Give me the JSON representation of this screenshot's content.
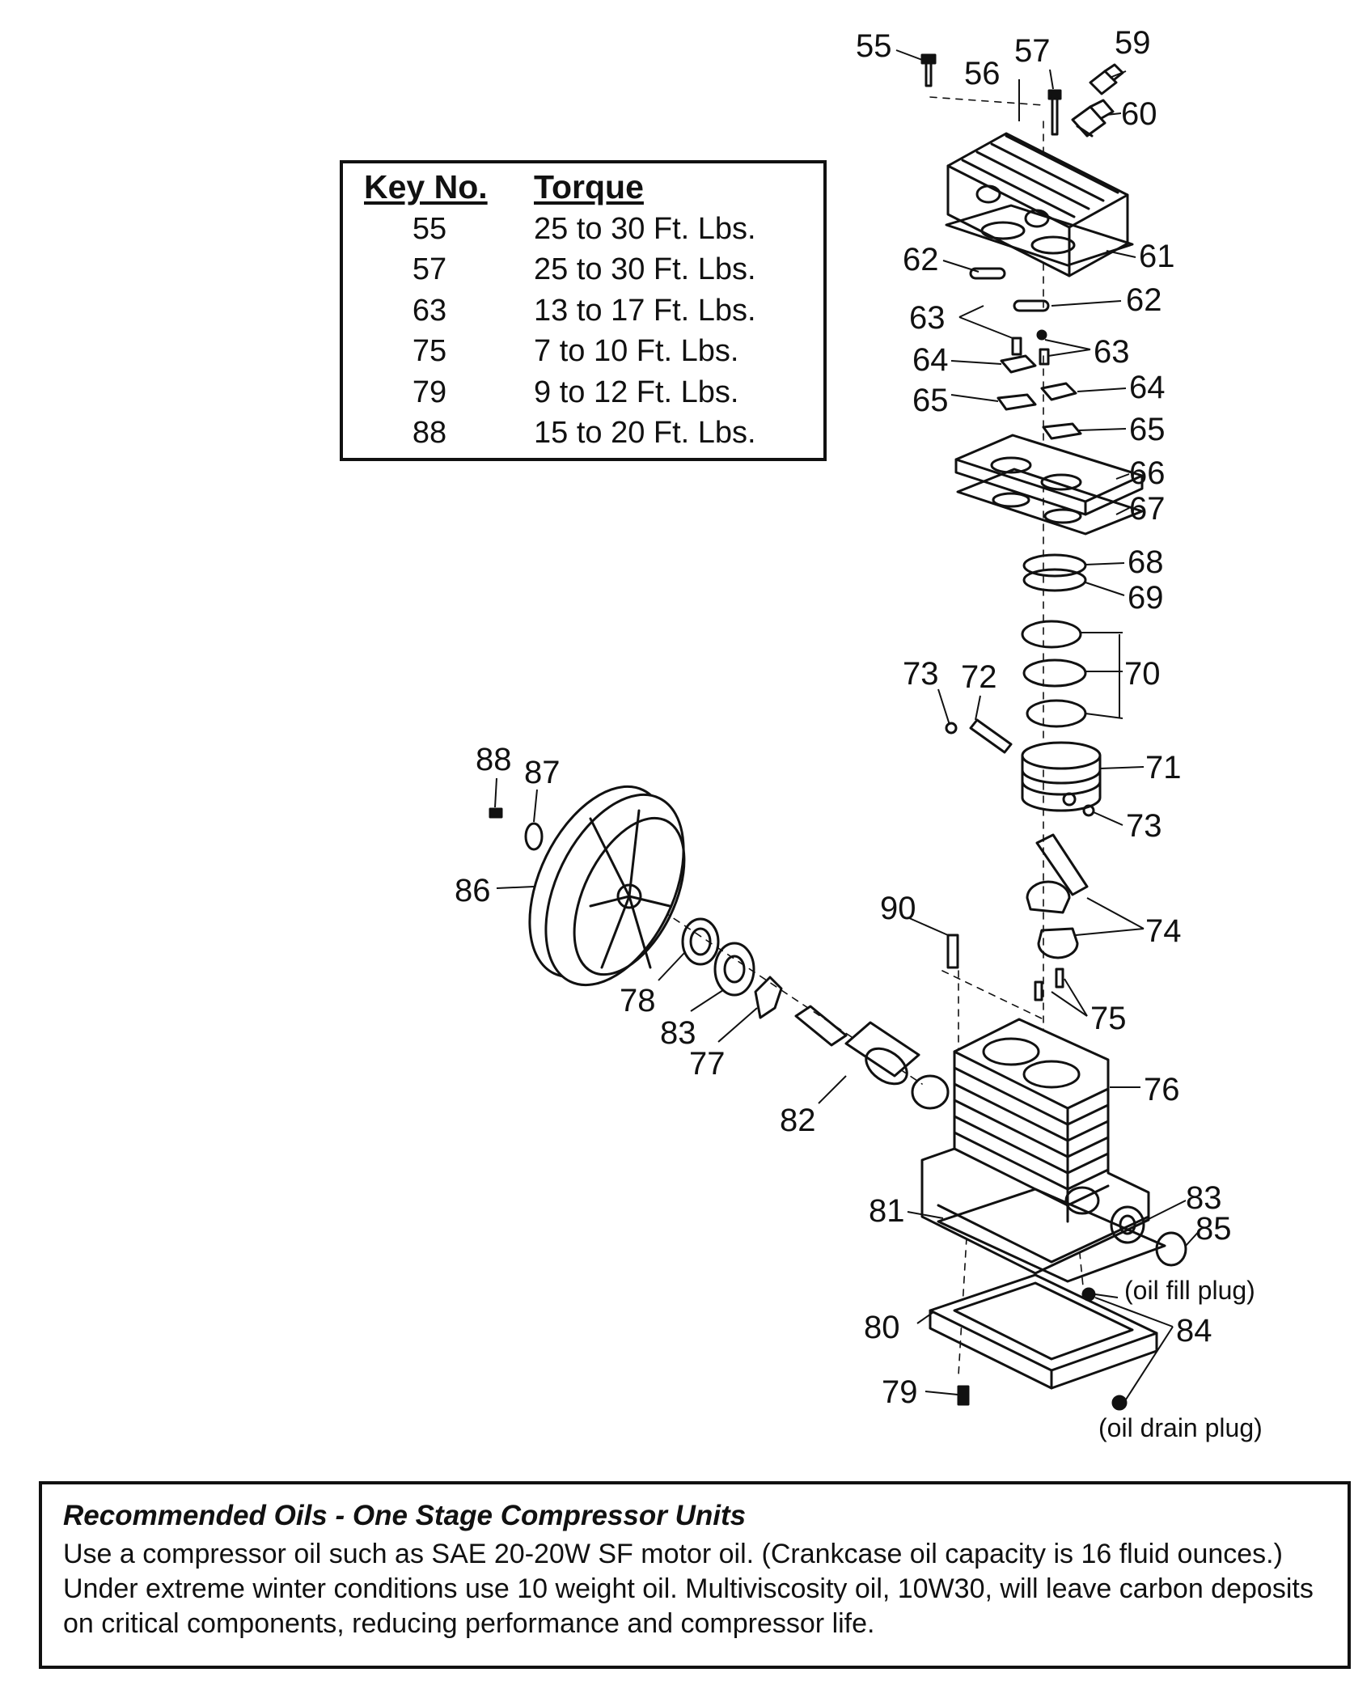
{
  "torque_table": {
    "key_header": "Key No.",
    "torque_header": "Torque",
    "rows": [
      {
        "key": "55",
        "torque": "25 to 30 Ft. Lbs."
      },
      {
        "key": "57",
        "torque": "25 to 30 Ft. Lbs."
      },
      {
        "key": "63",
        "torque": "13 to 17 Ft. Lbs."
      },
      {
        "key": "75",
        "torque": "7 to 10 Ft. Lbs."
      },
      {
        "key": "79",
        "torque": "9 to 12 Ft. Lbs."
      },
      {
        "key": "88",
        "torque": "15 to 20 Ft. Lbs."
      }
    ]
  },
  "callouts": {
    "c55": "55",
    "c56": "56",
    "c57": "57",
    "c59": "59",
    "c60": "60",
    "c61": "61",
    "c62a": "62",
    "c62b": "62",
    "c63a": "63",
    "c63b": "63",
    "c64a": "64",
    "c64b": "64",
    "c65a": "65",
    "c65b": "65",
    "c66": "66",
    "c67": "67",
    "c68": "68",
    "c69": "69",
    "c70": "70",
    "c71": "71",
    "c72": "72",
    "c73a": "73",
    "c73b": "73",
    "c74": "74",
    "c75": "75",
    "c76": "76",
    "c77": "77",
    "c78": "78",
    "c79": "79",
    "c80": "80",
    "c81": "81",
    "c82": "82",
    "c83a": "83",
    "c83b": "83",
    "c84": "84",
    "c85": "85",
    "c86": "86",
    "c87": "87",
    "c88": "88",
    "c90": "90",
    "oil_fill": "(oil fill plug)",
    "oil_drain": "(oil drain plug)"
  },
  "recommended_oils": {
    "title": "Recommended Oils - One Stage Compressor Units",
    "text": "Use a compressor oil such as SAE 20-20W SF motor oil. (Crankcase oil capacity is 16 fluid ounces.) Under extreme winter conditions use 10 weight oil. Multiviscosity oil, 10W30, will leave carbon deposits on critical components, reducing performance and compressor life."
  }
}
